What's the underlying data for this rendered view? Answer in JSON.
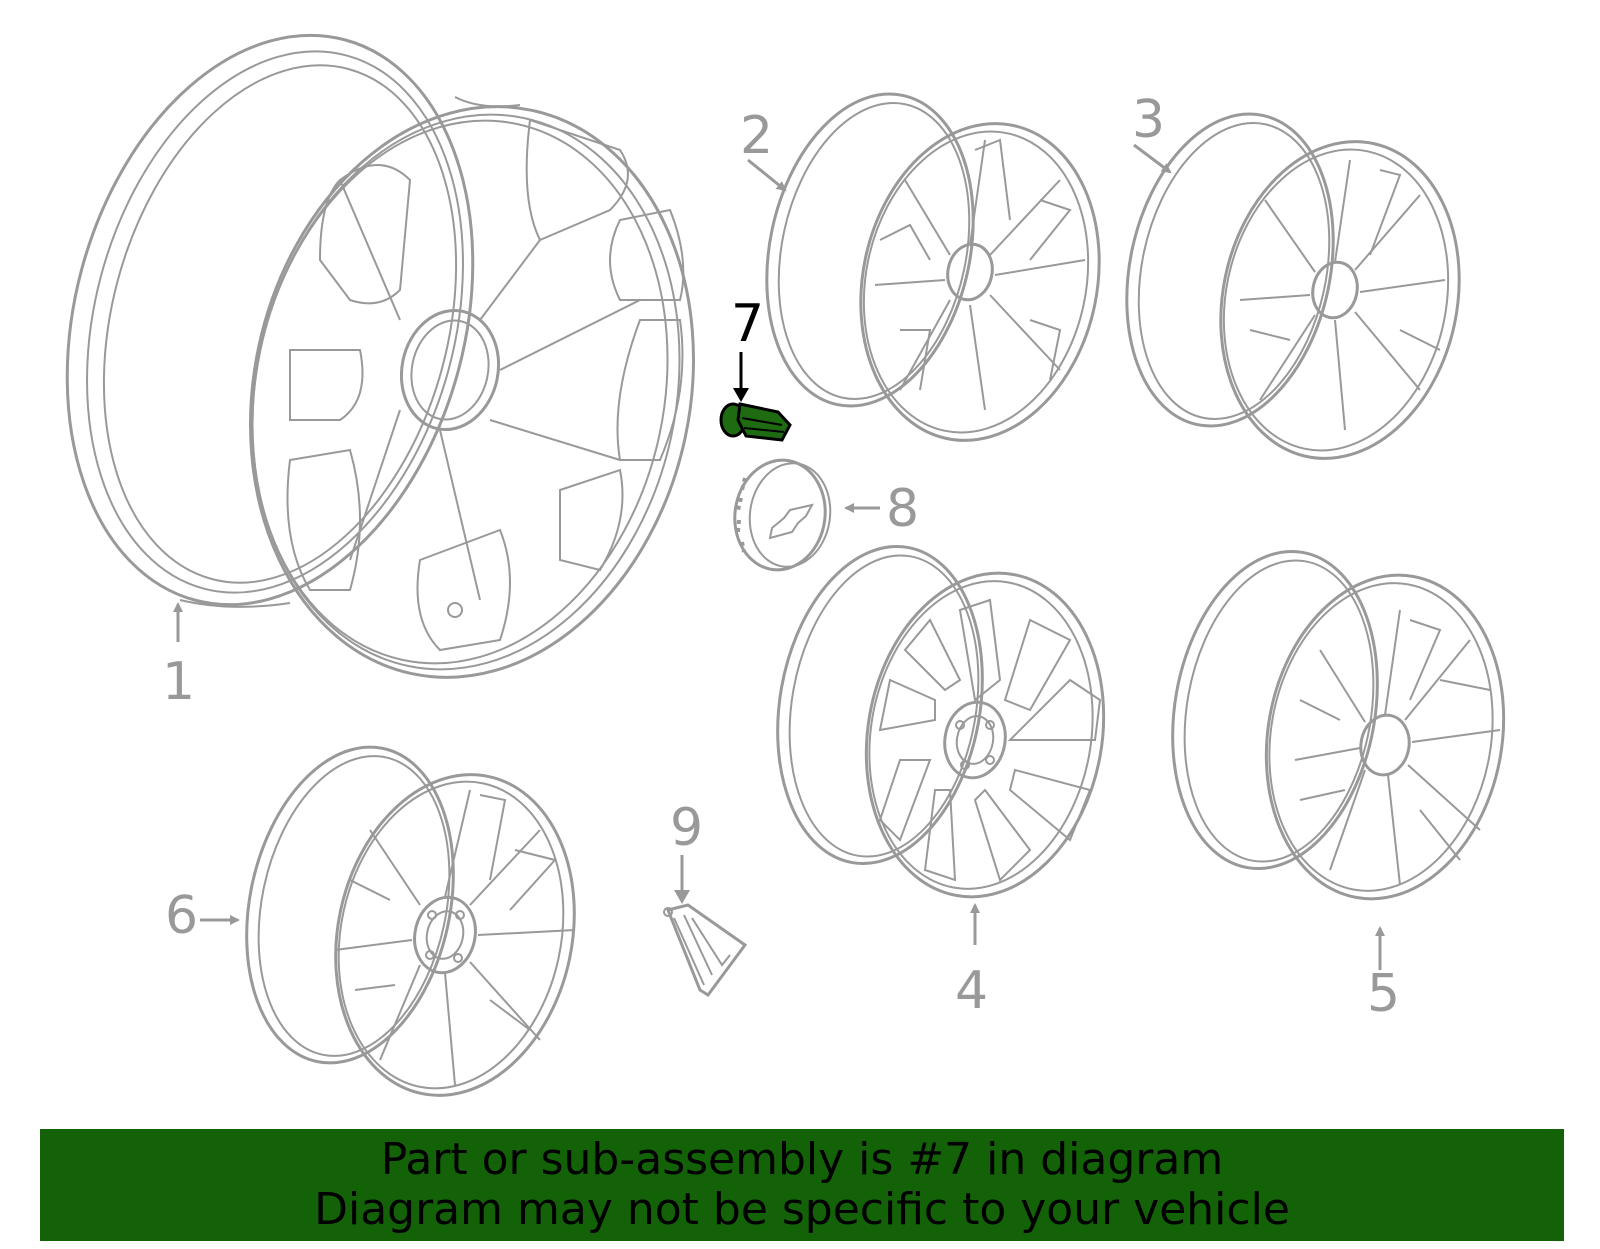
{
  "diagram": {
    "highlighted_part": "7",
    "colors": {
      "line": "#999999",
      "highlight_fill": "#1e6b12",
      "highlight_stroke": "#000000",
      "banner_bg": "#136207",
      "banner_text": "#000000"
    },
    "callouts": [
      {
        "number": "1",
        "part": "wheel"
      },
      {
        "number": "2",
        "part": "wheel"
      },
      {
        "number": "3",
        "part": "wheel"
      },
      {
        "number": "4",
        "part": "wheel"
      },
      {
        "number": "5",
        "part": "wheel"
      },
      {
        "number": "6",
        "part": "wheel"
      },
      {
        "number": "7",
        "part": "lug-nut"
      },
      {
        "number": "8",
        "part": "center-cap"
      },
      {
        "number": "9",
        "part": "valve-stem-sensor"
      }
    ]
  },
  "banner": {
    "line1": "Part or sub-assembly is #7 in diagram",
    "line2": "Diagram may not be specific to your vehicle"
  }
}
